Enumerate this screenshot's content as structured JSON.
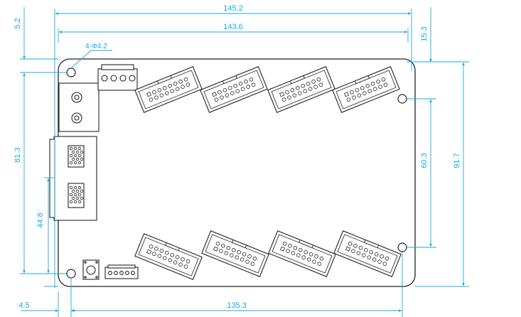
{
  "colors": {
    "dimension": "#19a9e0",
    "outline": "#222222",
    "fill": "#ffffff"
  },
  "dimensions": {
    "top_overall_width": "145.2",
    "top_hole_span": "143.6",
    "left_top_offset": "5.2",
    "right_top_offset": "15.3",
    "left_height": "81.3",
    "left_lower_height": "44.8",
    "right_hole_span": "60.3",
    "right_height": "91.7",
    "bottom_left_offset": "4.5",
    "bottom_hole_span": "135.3"
  },
  "callouts": {
    "mounting_holes": "4-Φ4.2"
  },
  "connectors": {
    "top_row_count": 4,
    "bottom_row_count": 4
  }
}
